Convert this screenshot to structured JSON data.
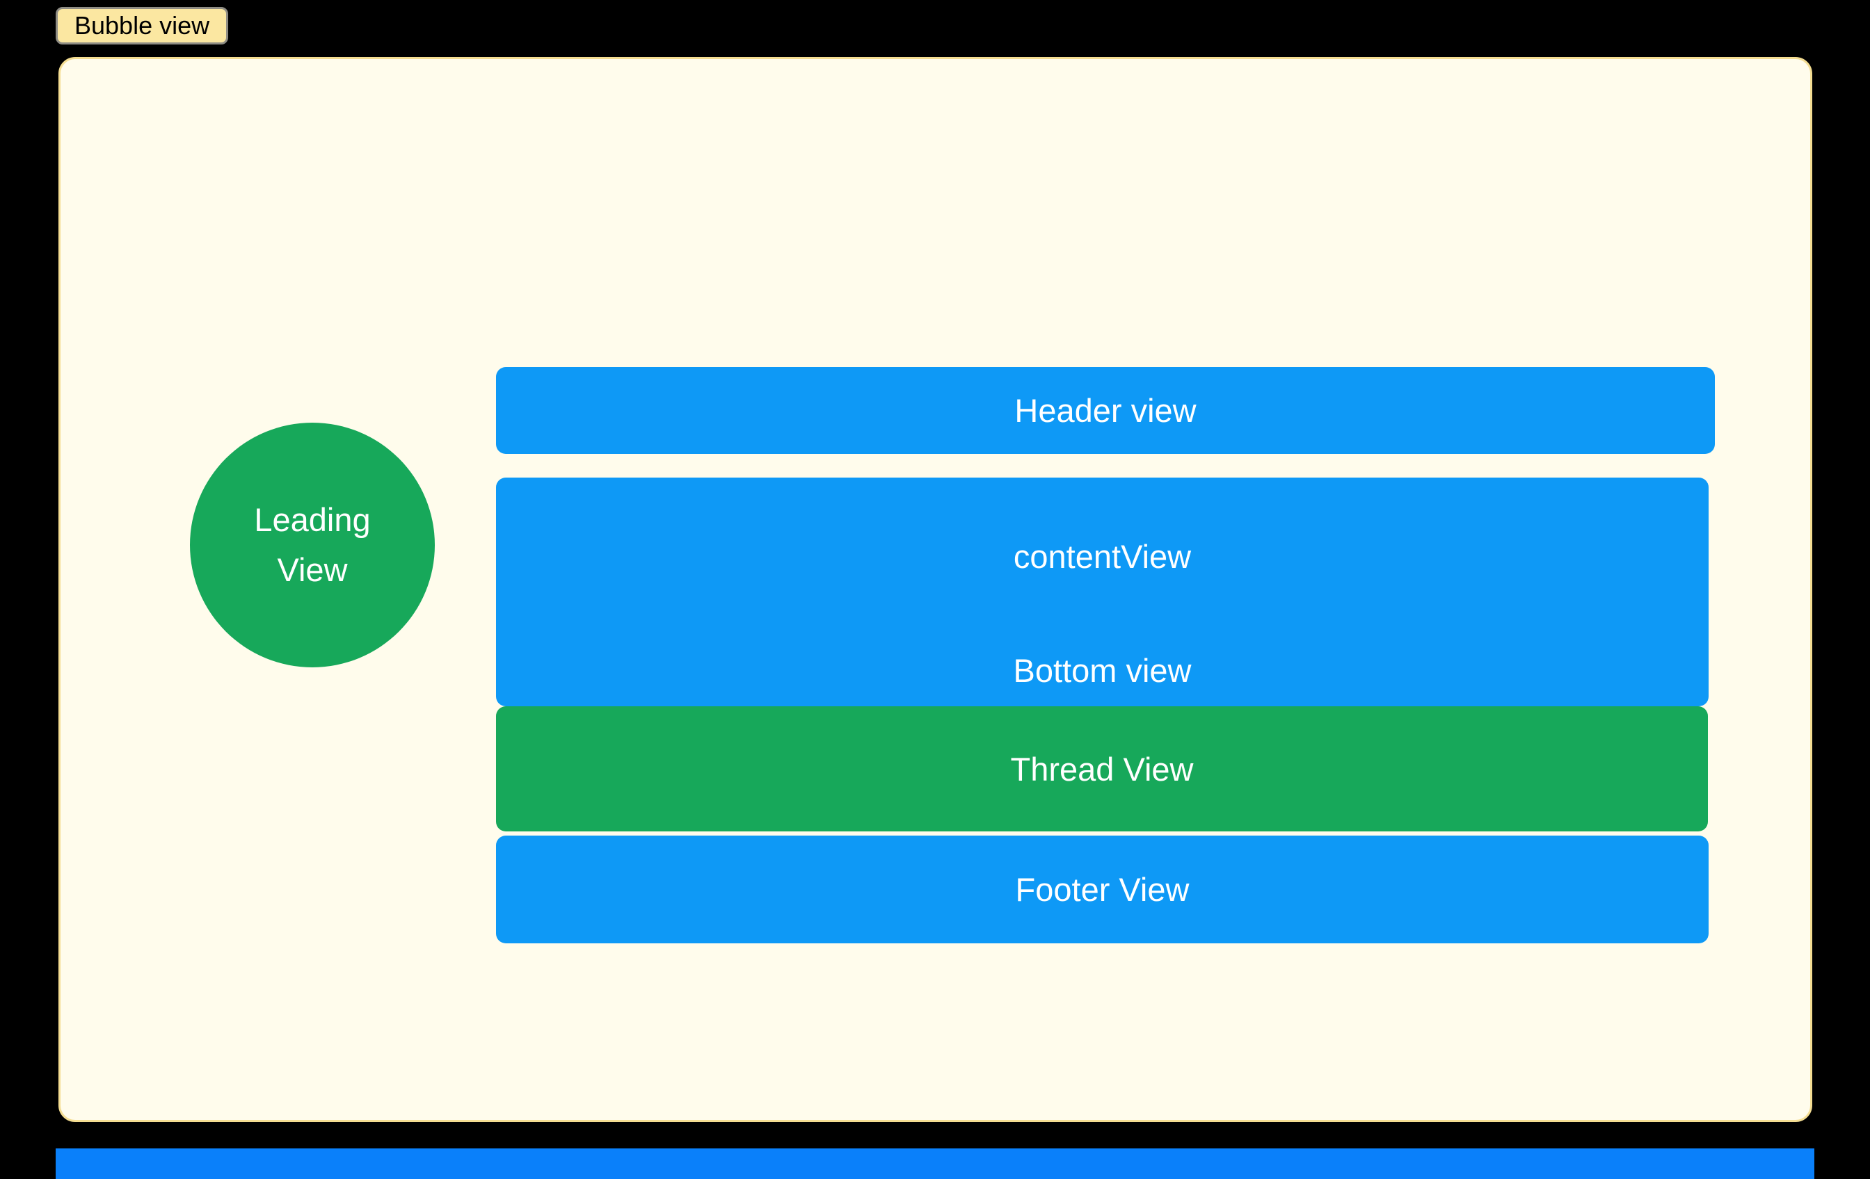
{
  "window": {
    "background": "#000000"
  },
  "bubble_chip": {
    "label": "Bubble view",
    "bg": "#fbe7a1",
    "border": "#8f8d85",
    "text_color": "#000000"
  },
  "canvas_panel": {
    "bg": "#fffcec",
    "border": "#f4dd92"
  },
  "leading_view": {
    "line1": "Leading",
    "line2": "View",
    "color": "#17a85a",
    "text_color": "#ffffff"
  },
  "views": {
    "header": {
      "label": "Header view",
      "color": "#0e99f6"
    },
    "content": {
      "label": "contentView",
      "color": "#0e99f6"
    },
    "bottom": {
      "label": "Bottom view",
      "color": "#0e99f6"
    },
    "thread": {
      "label": "Thread View",
      "color": "#17a85a"
    },
    "footer": {
      "label": "Footer View",
      "color": "#0e99f6"
    }
  },
  "bottom_strip": {
    "color": "#0a80fa"
  }
}
